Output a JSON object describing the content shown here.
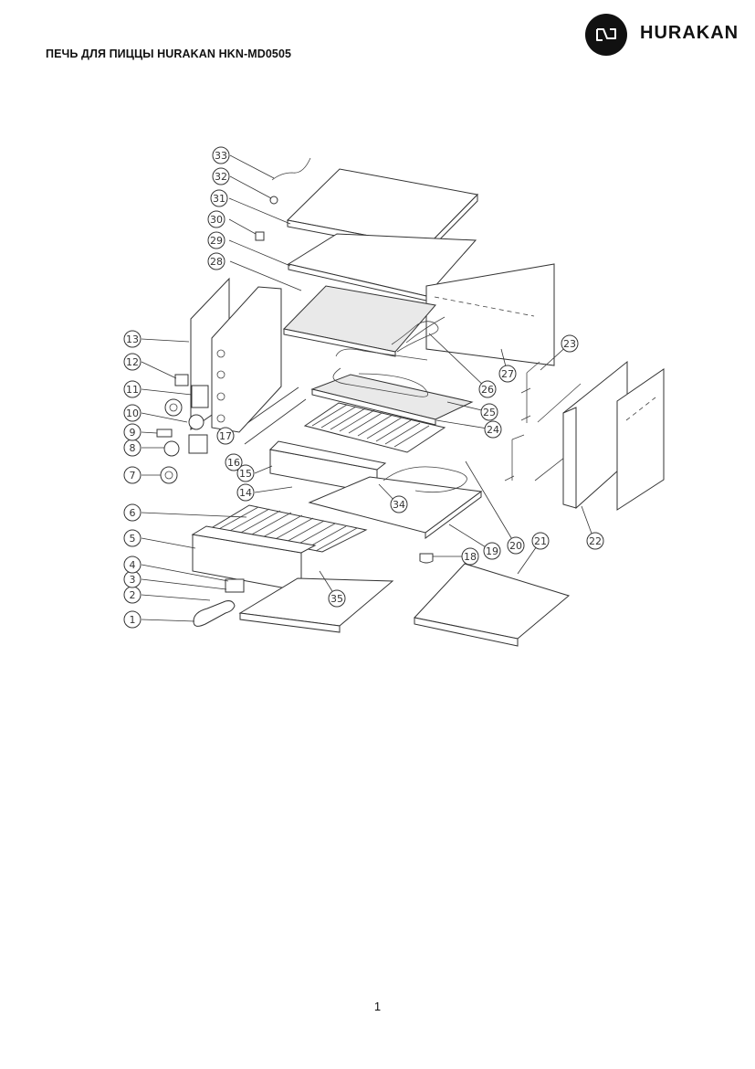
{
  "header": {
    "title": "ПЕЧЬ ДЛЯ ПИЦЦЫ HURAKAN HKN-MD0505",
    "brand_name": "HURAKAN",
    "brand_logo_icon": "hurakan-logo-icon"
  },
  "diagram": {
    "callouts": [
      "1",
      "2",
      "3",
      "4",
      "5",
      "6",
      "7",
      "8",
      "9",
      "10",
      "11",
      "12",
      "13",
      "14",
      "15",
      "16",
      "17",
      "18",
      "19",
      "20",
      "21",
      "22",
      "23",
      "24",
      "25",
      "26",
      "27",
      "28",
      "29",
      "30",
      "31",
      "32",
      "33",
      "34",
      "35"
    ]
  },
  "footer": {
    "page_number": "1"
  },
  "colors": {
    "ink": "#111111",
    "line": "#333333",
    "background": "#ffffff"
  }
}
